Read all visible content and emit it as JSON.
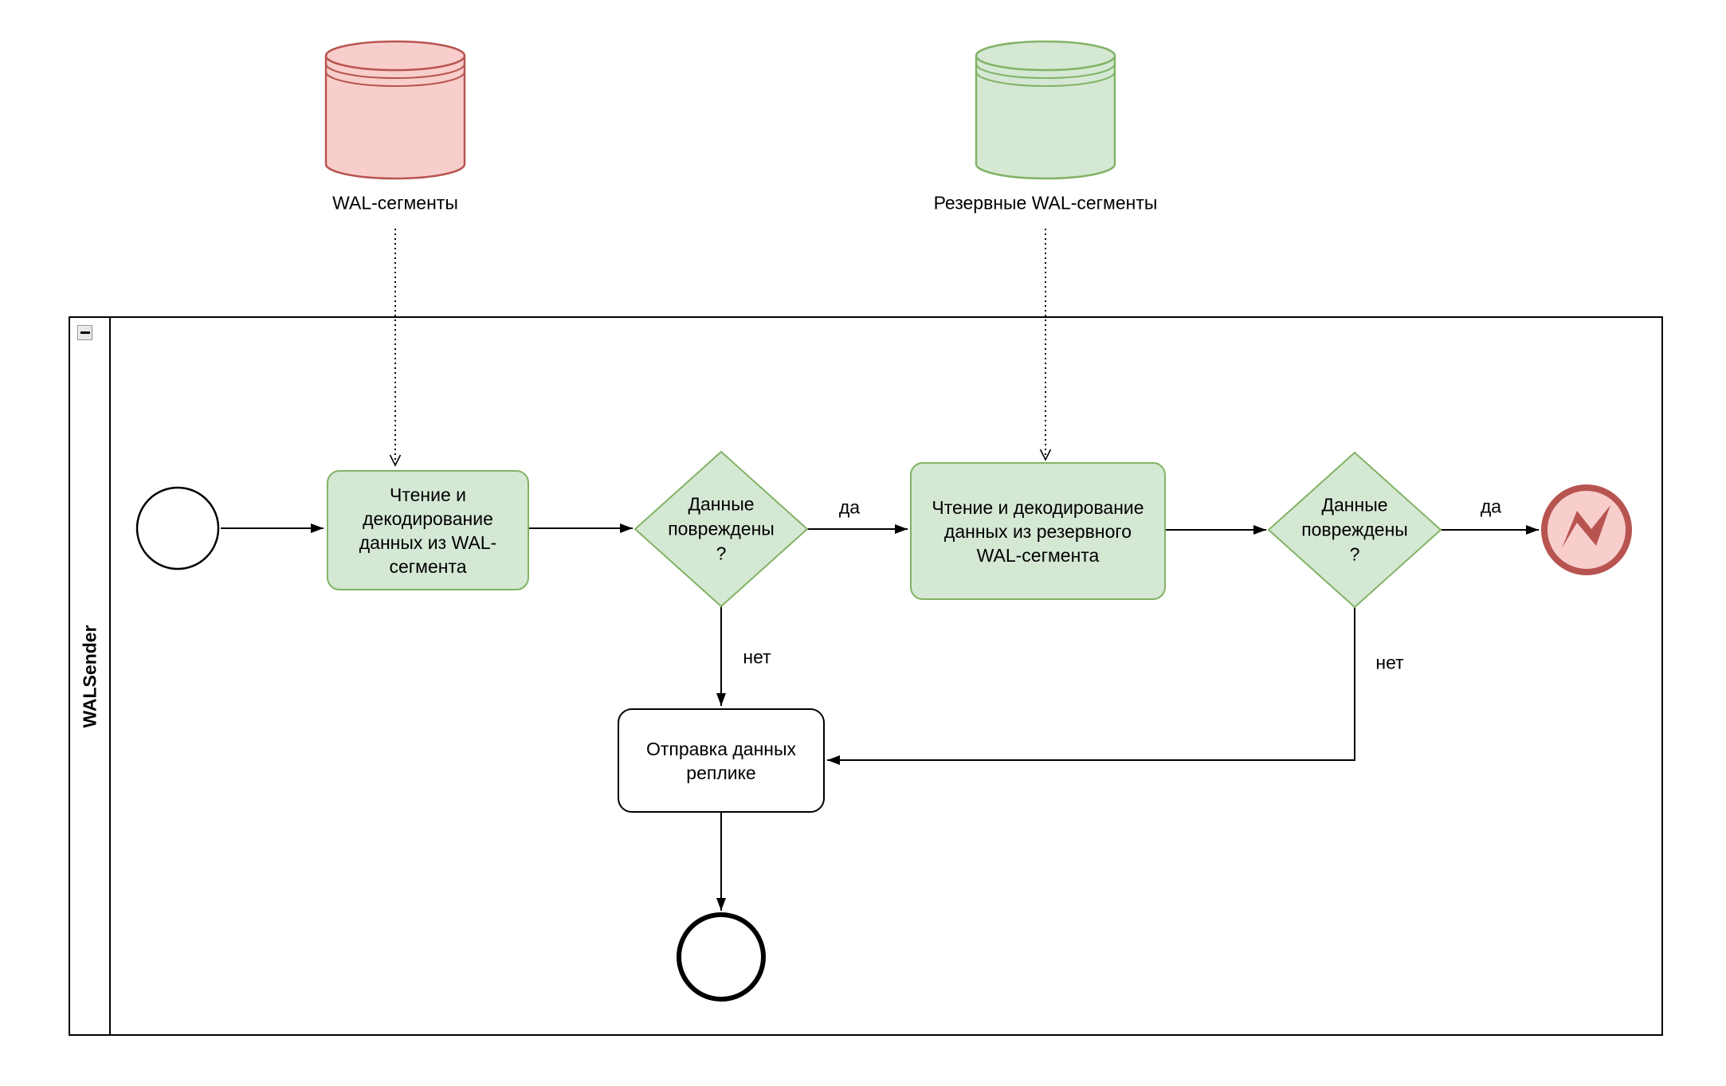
{
  "diagram": {
    "kind": "bpmn-flowchart",
    "background": "#ffffff"
  },
  "colors": {
    "green_fill": "#d5e8d4",
    "green_stroke": "#82b366",
    "red_fill": "#f8cecc",
    "red_stroke": "#b85450",
    "line": "#000000"
  },
  "icons": {
    "collapse_lane": "minus-box",
    "error_end_event": "lightning-bolt",
    "wal_storage": "database-cylinder",
    "backup_wal_storage": "database-cylinder"
  },
  "lane": {
    "title": "WALSender"
  },
  "artifacts": {
    "wal_segments": {
      "label": "WAL-сегменты"
    },
    "backup_wal_segments": {
      "label": "Резервные WAL-сегменты"
    }
  },
  "nodes": {
    "task_read_wal": {
      "label": "Чтение и\nдекодирование\nданных из WAL-\nсегмента"
    },
    "gateway_data_corrupted_1": {
      "label": "Данные\nповреждены\n?"
    },
    "task_read_backup_wal": {
      "label": "Чтение и декодирование\nданных из резервного\nWAL-сегмента"
    },
    "gateway_data_corrupted_2": {
      "label": "Данные\nповреждены\n?"
    },
    "task_send_to_replica": {
      "label": "Отправка данных\nреплике"
    }
  },
  "edge_labels": {
    "yes_1": "да",
    "no_1": "нет",
    "yes_2": "да",
    "no_2": "нет"
  }
}
